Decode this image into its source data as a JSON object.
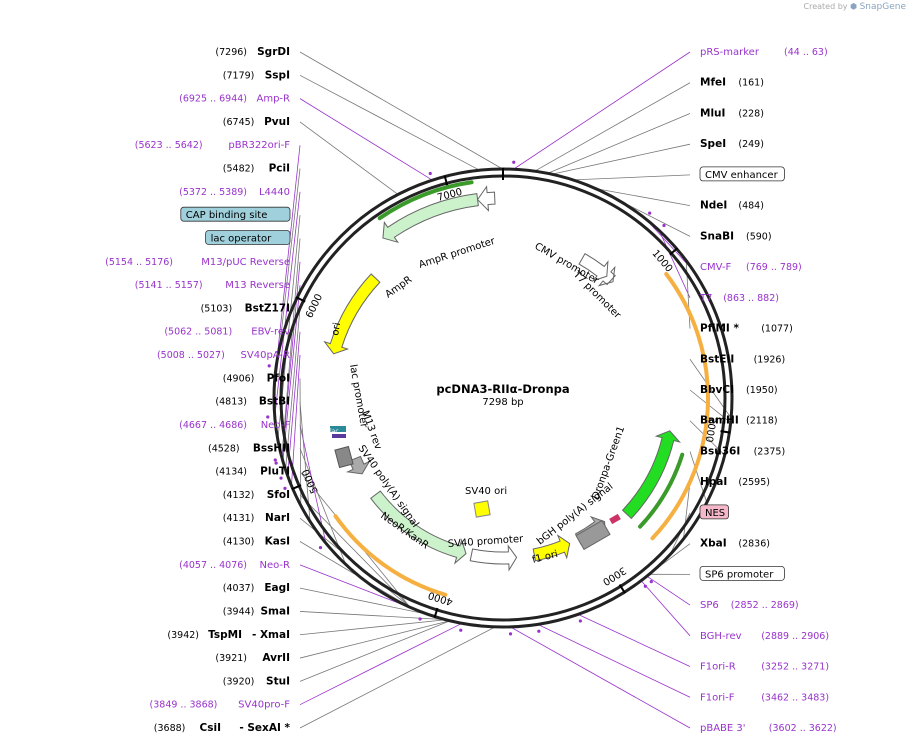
{
  "credit": {
    "prefix": "Created by",
    "brand": "SnapGene"
  },
  "map": {
    "title": "pcDNA3-RIIα-Dronpa",
    "length_label": "7298 bp",
    "total_bp": 7298
  },
  "ticks": [
    {
      "bp": 1000,
      "label": "1000"
    },
    {
      "bp": 2000,
      "label": "2000"
    },
    {
      "bp": 3000,
      "label": "3000"
    },
    {
      "bp": 4000,
      "label": "4000"
    },
    {
      "bp": 5000,
      "label": "5000"
    },
    {
      "bp": 6000,
      "label": "6000"
    },
    {
      "bp": 7000,
      "label": "7000"
    }
  ],
  "sites": [
    {
      "kind": "enzyme",
      "name": "SgrDI",
      "pos": "(7296)",
      "bp": 7296,
      "side": "L"
    },
    {
      "kind": "enzyme",
      "name": "SspI",
      "pos": "(7179)",
      "bp": 7179,
      "side": "L"
    },
    {
      "kind": "primer",
      "name": "Amp-R",
      "pos": "(6925 .. 6944)",
      "bp": 6934,
      "side": "L"
    },
    {
      "kind": "enzyme",
      "name": "PvuI",
      "pos": "(6745)",
      "bp": 6745,
      "side": "L"
    },
    {
      "kind": "primer",
      "name": "pRS-marker",
      "pos": "(44 .. 63)",
      "bp": 53,
      "side": "R"
    },
    {
      "kind": "enzyme",
      "name": "MfeI",
      "pos": "(161)",
      "bp": 161,
      "side": "R"
    },
    {
      "kind": "enzyme",
      "name": "MluI",
      "pos": "(228)",
      "bp": 228,
      "side": "R"
    },
    {
      "kind": "enzyme",
      "name": "SpeI",
      "pos": "(249)",
      "bp": 249,
      "side": "R"
    },
    {
      "kind": "box",
      "name": "CMV enhancer",
      "bp": 360,
      "side": "R",
      "color": "#ffffff"
    },
    {
      "kind": "enzyme",
      "name": "NdeI",
      "pos": "(484)",
      "bp": 484,
      "side": "R"
    },
    {
      "kind": "enzyme",
      "name": "SnaBI",
      "pos": "(590)",
      "bp": 590,
      "side": "R"
    },
    {
      "kind": "primer",
      "name": "CMV-F",
      "pos": "(769 .. 789)",
      "bp": 779,
      "side": "R"
    },
    {
      "kind": "primer",
      "name": "T7",
      "pos": "(863 .. 882)",
      "bp": 872,
      "side": "R"
    },
    {
      "kind": "enzyme",
      "name": "PflMI *",
      "pos": "(1077)",
      "bp": 1077,
      "side": "R"
    },
    {
      "kind": "enzyme",
      "name": "BstEII",
      "pos": "(1926)",
      "bp": 1926,
      "side": "R"
    },
    {
      "kind": "enzyme",
      "name": "BbvCI",
      "pos": "(1950)",
      "bp": 1950,
      "side": "R"
    },
    {
      "kind": "enzyme",
      "name": "BamHI",
      "pos": "(2118)",
      "bp": 2118,
      "side": "R"
    },
    {
      "kind": "enzyme",
      "name": "Bsu36I",
      "pos": "(2375)",
      "bp": 2375,
      "side": "R"
    },
    {
      "kind": "enzyme",
      "name": "HpaI",
      "pos": "(2595)",
      "bp": 2595,
      "side": "R"
    },
    {
      "kind": "box",
      "name": "NES",
      "bp": 2700,
      "side": "R",
      "color": "#f4b8c8"
    },
    {
      "kind": "enzyme",
      "name": "XbaI",
      "pos": "(2836)",
      "bp": 2836,
      "side": "R"
    },
    {
      "kind": "box",
      "name": "SP6 promoter",
      "bp": 2845,
      "side": "R",
      "color": "#ffffff"
    },
    {
      "kind": "primer",
      "name": "SP6",
      "pos": "(2852 .. 2869)",
      "bp": 2860,
      "side": "R"
    },
    {
      "kind": "primer",
      "name": "BGH-rev",
      "pos": "(2889 .. 2906)",
      "bp": 2897,
      "side": "R"
    },
    {
      "kind": "primer",
      "name": "F1ori-R",
      "pos": "(3252 .. 3271)",
      "bp": 3261,
      "side": "R"
    },
    {
      "kind": "primer",
      "name": "F1ori-F",
      "pos": "(3462 .. 3483)",
      "bp": 3472,
      "side": "R"
    },
    {
      "kind": "primer",
      "name": "pBABE 3'",
      "pos": "(3602 .. 3622)",
      "bp": 3612,
      "side": "R"
    },
    {
      "kind": "enzyme",
      "name": "CsiI",
      "pos": "(3688)",
      "bp": 3688,
      "side": "L",
      "extra": "- SexAI *"
    },
    {
      "kind": "primer",
      "name": "SV40pro-F",
      "pos": "(3849 .. 3868)",
      "bp": 3858,
      "side": "L"
    },
    {
      "kind": "enzyme",
      "name": "StuI",
      "pos": "(3920)",
      "bp": 3920,
      "side": "L"
    },
    {
      "kind": "enzyme",
      "name": "AvrII",
      "pos": "(3921)",
      "bp": 3921,
      "side": "L"
    },
    {
      "kind": "enzyme",
      "name": "TspMI",
      "pos": "(3942)",
      "bp": 3942,
      "side": "L",
      "extra": "- XmaI"
    },
    {
      "kind": "enzyme",
      "name": "SmaI",
      "pos": "(3944)",
      "bp": 3944,
      "side": "L"
    },
    {
      "kind": "enzyme",
      "name": "EagI",
      "pos": "(4037)",
      "bp": 4037,
      "side": "L"
    },
    {
      "kind": "primer",
      "name": "Neo-R",
      "pos": "(4057 .. 4076)",
      "bp": 4066,
      "side": "L"
    },
    {
      "kind": "enzyme",
      "name": "KasI",
      "pos": "(4130)",
      "bp": 4130,
      "side": "L"
    },
    {
      "kind": "enzyme",
      "name": "NarI",
      "pos": "(4131)",
      "bp": 4131,
      "side": "L"
    },
    {
      "kind": "enzyme",
      "name": "SfoI",
      "pos": "(4132)",
      "bp": 4132,
      "side": "L"
    },
    {
      "kind": "enzyme",
      "name": "PluTI",
      "pos": "(4134)",
      "bp": 4134,
      "side": "L"
    },
    {
      "kind": "enzyme",
      "name": "BssHII",
      "pos": "(4528)",
      "bp": 4528,
      "side": "L"
    },
    {
      "kind": "primer",
      "name": "Neo-F",
      "pos": "(4667 .. 4686)",
      "bp": 4676,
      "side": "L"
    },
    {
      "kind": "enzyme",
      "name": "BstBI",
      "pos": "(4813)",
      "bp": 4813,
      "side": "L"
    },
    {
      "kind": "enzyme",
      "name": "PfoI",
      "pos": "(4906)",
      "bp": 4906,
      "side": "L"
    },
    {
      "kind": "primer",
      "name": "SV40pA-R",
      "pos": "(5008 .. 5027)",
      "bp": 5017,
      "side": "L"
    },
    {
      "kind": "primer",
      "name": "EBV-rev",
      "pos": "(5062 .. 5081)",
      "bp": 5071,
      "side": "L"
    },
    {
      "kind": "enzyme",
      "name": "BstZ17I",
      "pos": "(5103)",
      "bp": 5103,
      "side": "L"
    },
    {
      "kind": "primer",
      "name": "M13 Reverse",
      "pos": "(5141 .. 5157)",
      "bp": 5149,
      "side": "L"
    },
    {
      "kind": "box",
      "name": "lac operator",
      "bp": 5170,
      "side": "L",
      "color": "#9fd0dc"
    },
    {
      "kind": "primer",
      "name": "M13/pUC Reverse",
      "pos": "(5154 .. 5176)",
      "bp": 5165,
      "side": "L"
    },
    {
      "kind": "box",
      "name": "CAP binding site",
      "bp": 5260,
      "side": "L",
      "color": "#9fd0dc"
    },
    {
      "kind": "primer",
      "name": "L4440",
      "pos": "(5372 .. 5389)",
      "bp": 5380,
      "side": "L"
    },
    {
      "kind": "enzyme",
      "name": "PciI",
      "pos": "(5482)",
      "bp": 5482,
      "side": "L"
    },
    {
      "kind": "primer",
      "name": "pBR322ori-F",
      "pos": "(5623 .. 5642)",
      "bp": 5632,
      "side": "L"
    }
  ],
  "features": [
    {
      "name": "CMV promoter",
      "start": 600,
      "end": 820,
      "dir": 1,
      "color": "#ffffff",
      "radius": 160
    },
    {
      "name": "T7 promoter",
      "start": 862,
      "end": 880,
      "dir": 1,
      "color": "#ffffff",
      "radius": 160
    },
    {
      "name": "Dronpa-Green1",
      "start": 2050,
      "end": 2700,
      "dir": -1,
      "color": "#22dd22",
      "radius": 170
    },
    {
      "name": "bGH poly(A) signal",
      "start": 2850,
      "end": 3080,
      "dir": -1,
      "color": "#aaaaaa",
      "radius": 160
    },
    {
      "name": "f1 ori",
      "start": 3150,
      "end": 3420,
      "dir": -1,
      "color": "#ffff00",
      "radius": 160
    },
    {
      "name": "SV40 promoter",
      "start": 3550,
      "end": 3880,
      "dir": -1,
      "color": "#ffffff",
      "radius": 160
    },
    {
      "name": "NeoR/KanR",
      "start": 3920,
      "end": 4720,
      "dir": -1,
      "color": "#ccf2cc",
      "radius": 160
    },
    {
      "name": "SV40 poly(A) signal",
      "start": 4900,
      "end": 5022,
      "dir": -1,
      "color": "#aaaaaa",
      "radius": 160
    },
    {
      "name": "ori",
      "start": 5770,
      "end": 6350,
      "dir": -1,
      "color": "#ffff00",
      "radius": 175
    },
    {
      "name": "AmpR",
      "start": 6550,
      "end": 7150,
      "dir": -1,
      "color": "#ccf2cc",
      "radius": 200
    },
    {
      "name": "AmpR promoter",
      "start": 7150,
      "end": 7250,
      "dir": -1,
      "color": "#ffffff",
      "radius": 200
    }
  ],
  "feature_labels": {
    "cmv_promoter": "CMV promoter",
    "t7_promoter": "T7 promoter",
    "dronpa": "Dronpa-Green1",
    "bgh": "bGH poly(A) signal",
    "f1ori": "f1 ori",
    "sv40_promoter": "SV40 promoter",
    "sv40_ori": "SV40 ori",
    "neor": "NeoR/KanR",
    "sv40_polya": "SV40 poly(A) signal",
    "m13rev": "M13 rev",
    "lac_promoter": "lac promoter",
    "ori": "ori",
    "ampr": "AmpR",
    "ampr_promoter": "AmpR promoter",
    "lac_op_small": "lac"
  }
}
